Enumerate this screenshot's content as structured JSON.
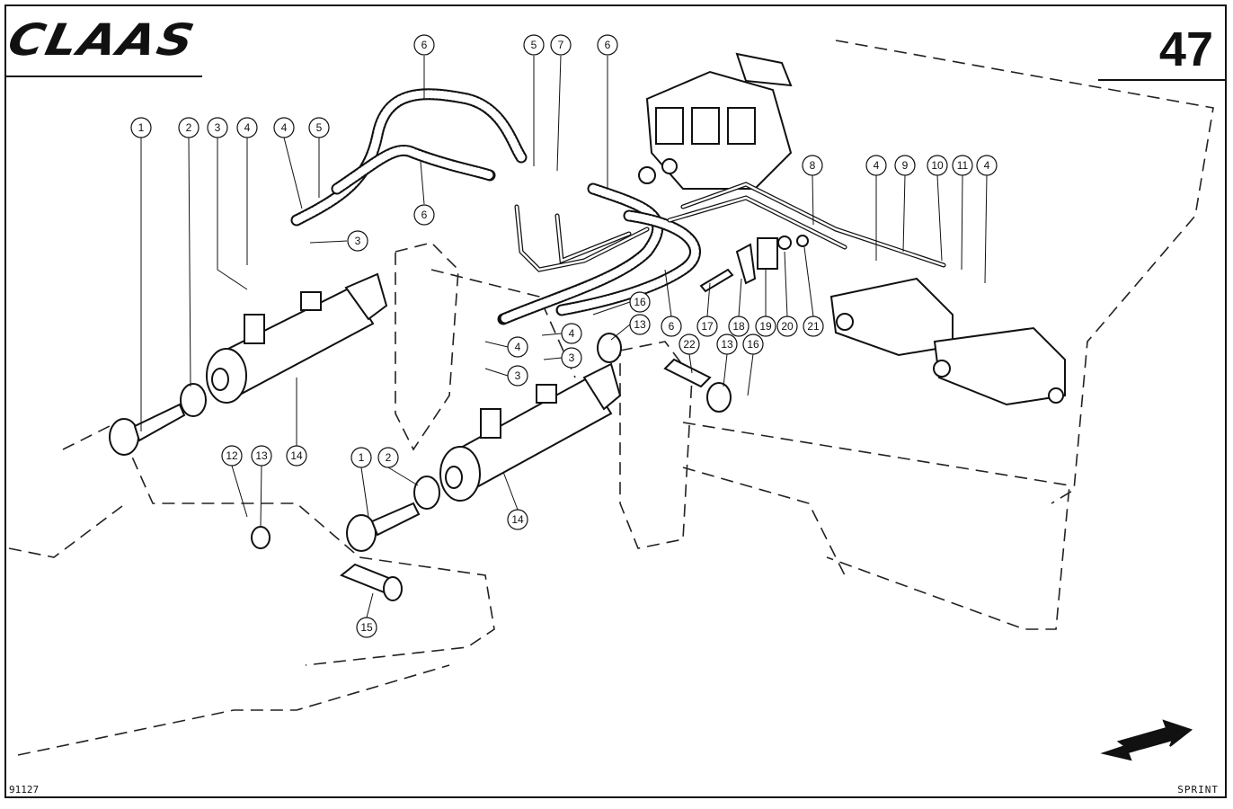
{
  "header": {
    "brand": "CLAAS",
    "page_number": "47"
  },
  "footer": {
    "drawing_number": "91127",
    "model": "SPRINT"
  },
  "callouts": [
    {
      "label": "1"
    },
    {
      "label": "2"
    },
    {
      "label": "3"
    },
    {
      "label": "4"
    },
    {
      "label": "4"
    },
    {
      "label": "5"
    },
    {
      "label": "3"
    },
    {
      "label": "6"
    },
    {
      "label": "6"
    },
    {
      "label": "5"
    },
    {
      "label": "7"
    },
    {
      "label": "6"
    },
    {
      "label": "8"
    },
    {
      "label": "4"
    },
    {
      "label": "9"
    },
    {
      "label": "10"
    },
    {
      "label": "11"
    },
    {
      "label": "4"
    },
    {
      "label": "17"
    },
    {
      "label": "18"
    },
    {
      "label": "19"
    },
    {
      "label": "20"
    },
    {
      "label": "21"
    },
    {
      "label": "16"
    },
    {
      "label": "13"
    },
    {
      "label": "6"
    },
    {
      "label": "4"
    },
    {
      "label": "4"
    },
    {
      "label": "3"
    },
    {
      "label": "3"
    },
    {
      "label": "22"
    },
    {
      "label": "13"
    },
    {
      "label": "16"
    },
    {
      "label": "14"
    },
    {
      "label": "12"
    },
    {
      "label": "13"
    },
    {
      "label": "1"
    },
    {
      "label": "2"
    },
    {
      "label": "14"
    },
    {
      "label": "15"
    }
  ]
}
